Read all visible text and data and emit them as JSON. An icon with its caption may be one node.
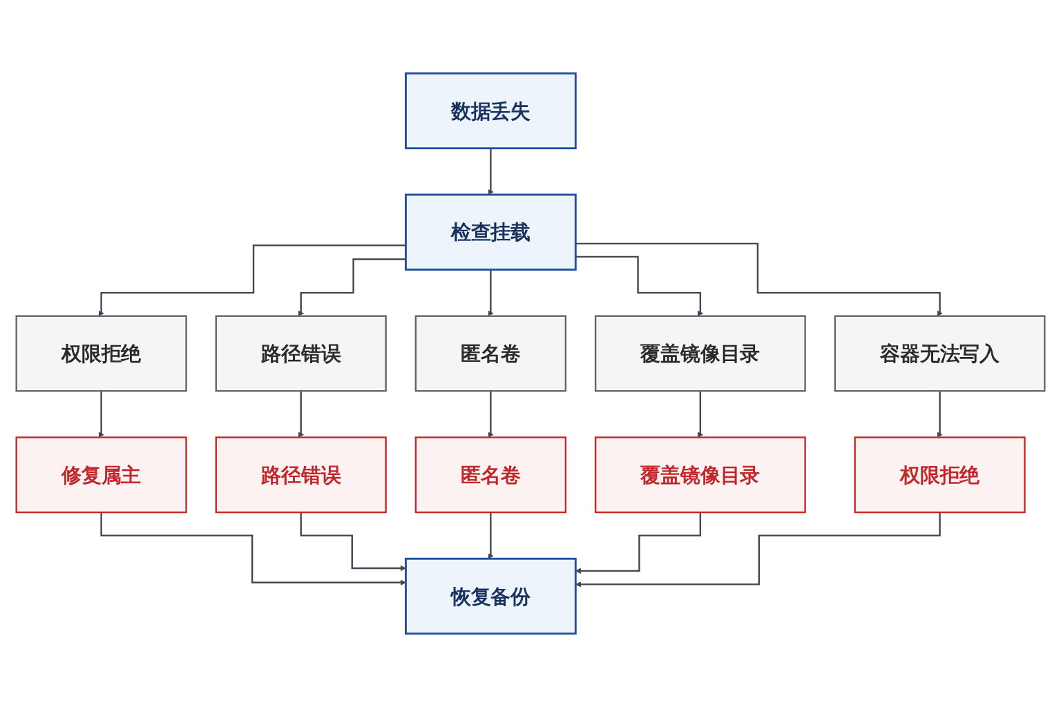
{
  "diagram": {
    "nodes": [
      {
        "text": [
          "数据丢失"
        ]
      },
      {
        "text": [
          "检查挂载"
        ]
      },
      {
        "text": [
          "权限拒绝"
        ]
      },
      {
        "text": [
          "路径错误"
        ]
      },
      {
        "text": [
          "匿名卷"
        ]
      },
      {
        "text": [
          "覆盖镜像目录"
        ]
      },
      {
        "text": [
          "容器无法写入"
        ]
      },
      {
        "text": [
          "修复属主"
        ]
      },
      {
        "text": [
          "路径错误"
        ]
      },
      {
        "text": [
          "匿名卷"
        ]
      },
      {
        "text": [
          "覆盖镜像目录"
        ]
      },
      {
        "text": [
          "权限拒绝"
        ]
      },
      {
        "text": [
          "恢复备份"
        ]
      }
    ],
    "edges": [
      {
        "from": 0,
        "to": 1,
        "arrow": "to"
      },
      {
        "from": 1,
        "to": 2,
        "arrow": "to"
      },
      {
        "from": 1,
        "to": 3,
        "arrow": "to"
      },
      {
        "from": 1,
        "to": 4,
        "arrow": "to"
      },
      {
        "from": 1,
        "to": 5,
        "arrow": "to"
      },
      {
        "from": 1,
        "to": 6,
        "arrow": "to"
      },
      {
        "from": 2,
        "to": 7,
        "arrow": "to"
      },
      {
        "from": 3,
        "to": 8,
        "arrow": "to"
      },
      {
        "from": 4,
        "to": 9,
        "arrow": "to"
      },
      {
        "from": 5,
        "to": 10,
        "arrow": "to"
      },
      {
        "from": 6,
        "to": 11,
        "arrow": "to"
      },
      {
        "from": 7,
        "to": 12,
        "arrow": "to"
      },
      {
        "from": 8,
        "to": 12,
        "arrow": "to"
      },
      {
        "from": 9,
        "to": 12,
        "arrow": "to"
      },
      {
        "from": 10,
        "to": 12,
        "arrow": "to"
      },
      {
        "from": 11,
        "to": 12,
        "arrow": "to"
      }
    ]
  }
}
